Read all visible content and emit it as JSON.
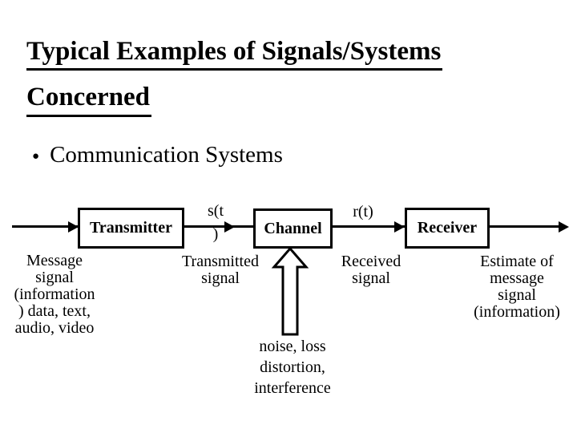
{
  "slide": {
    "title_line1": "Typical Examples of Signals/Systems",
    "title_line2": "Concerned",
    "bullet": {
      "marker": "●",
      "text": "Communication Systems"
    }
  },
  "diagram": {
    "boxes": {
      "transmitter": "Transmitter",
      "channel": "Channel",
      "receiver": "Receiver"
    },
    "signal_labels": {
      "s_t_line1": "s(t",
      "s_t_line2": ")",
      "r_t": "r(t)"
    },
    "annotations": {
      "message": [
        "Message",
        "signal",
        "(information",
        ") data, text,",
        "audio, video"
      ],
      "transmitted": [
        "Transmitted",
        "signal"
      ],
      "received": [
        "Received",
        "signal"
      ],
      "estimate": [
        "Estimate of",
        "message",
        "signal",
        "(information)"
      ],
      "noise": [
        "noise, loss",
        "distortion,",
        "interference"
      ]
    },
    "icons": {
      "flow_arrowheads": "right-arrowhead-icon",
      "noise_arrow": "up-block-arrow-icon"
    },
    "colors": {
      "ink": "#000000",
      "background": "#ffffff"
    }
  }
}
